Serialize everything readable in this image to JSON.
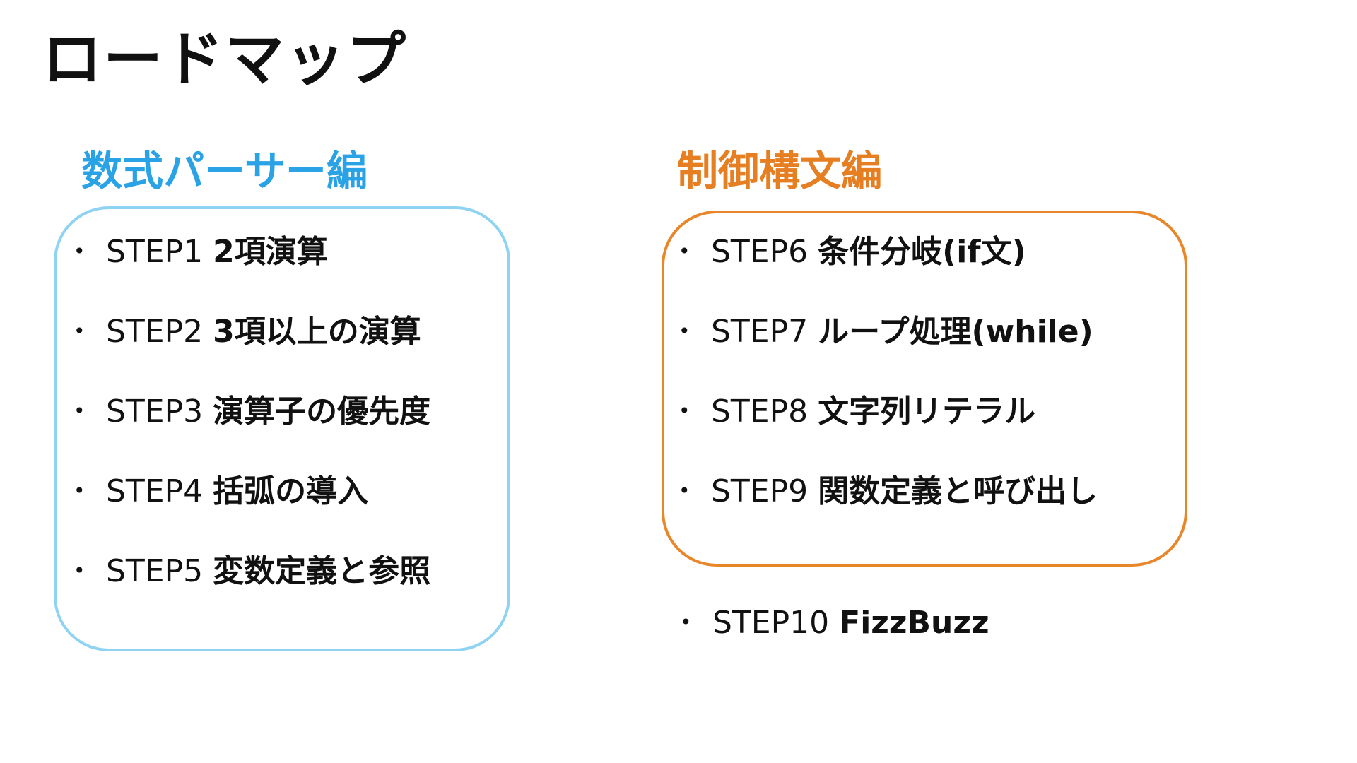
{
  "title": "ロードマップ",
  "colors": {
    "text": "#111111",
    "parser_accent": "#2aa3e6",
    "parser_border": "#8fd3f2",
    "control_accent": "#e67e22",
    "control_border": "#e8862a"
  },
  "sections": {
    "parser": {
      "heading": "数式パーサー編",
      "steps": [
        {
          "bullet": "•",
          "id": "STEP1",
          "desc": "2項演算"
        },
        {
          "bullet": "•",
          "id": "STEP2",
          "desc": "3項以上の演算"
        },
        {
          "bullet": "•",
          "id": "STEP3",
          "desc": "演算子の優先度"
        },
        {
          "bullet": "•",
          "id": "STEP4",
          "desc": "括弧の導入"
        },
        {
          "bullet": "•",
          "id": "STEP5",
          "desc": "変数定義と参照"
        }
      ]
    },
    "control": {
      "heading": "制御構文編",
      "steps": [
        {
          "bullet": "•",
          "id": "STEP6",
          "desc": "条件分岐(if文)"
        },
        {
          "bullet": "•",
          "id": "STEP7",
          "desc": "ループ処理(while)"
        },
        {
          "bullet": "•",
          "id": "STEP8",
          "desc": "文字列リテラル"
        },
        {
          "bullet": "•",
          "id": "STEP9",
          "desc": "関数定義と呼び出し"
        }
      ]
    },
    "extra": {
      "steps": [
        {
          "bullet": "•",
          "id": "STEP10",
          "desc": "FizzBuzz"
        }
      ]
    }
  }
}
